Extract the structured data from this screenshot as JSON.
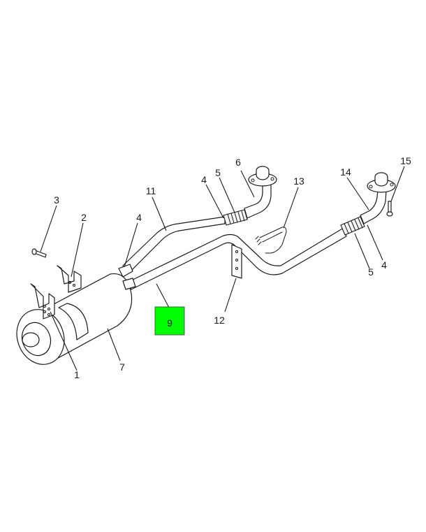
{
  "highlight": {
    "label": "9",
    "color": "#00ff00"
  },
  "callouts": [
    {
      "id": "1",
      "text": "1"
    },
    {
      "id": "2",
      "text": "2"
    },
    {
      "id": "3",
      "text": "3"
    },
    {
      "id": "4a",
      "text": "4"
    },
    {
      "id": "4b",
      "text": "4"
    },
    {
      "id": "4c",
      "text": "4"
    },
    {
      "id": "5a",
      "text": "5"
    },
    {
      "id": "5b",
      "text": "5"
    },
    {
      "id": "6",
      "text": "6"
    },
    {
      "id": "7",
      "text": "7"
    },
    {
      "id": "11",
      "text": "11"
    },
    {
      "id": "12",
      "text": "12"
    },
    {
      "id": "13",
      "text": "13"
    },
    {
      "id": "14",
      "text": "14"
    },
    {
      "id": "15",
      "text": "15"
    }
  ]
}
